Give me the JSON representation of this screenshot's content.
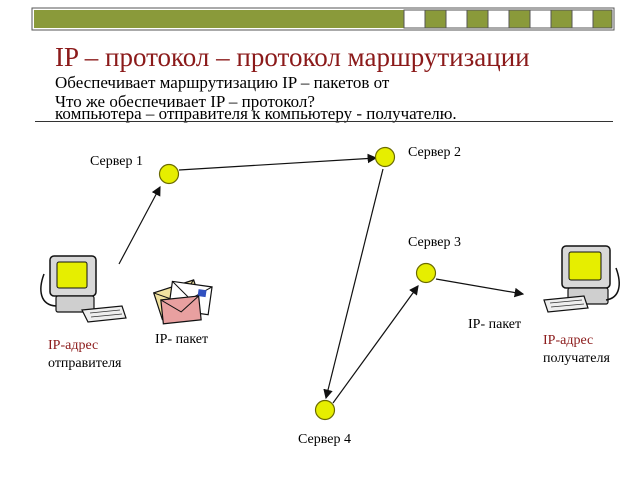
{
  "slide": {
    "title": "IP – протокол – протокол маршрутизации",
    "line1": "Обеспечивает маршрутизацию   IP – пакетов от",
    "line2": "Что же обеспечивает   IP – протокол?",
    "line3": "компьютера – отправителя к компьютеру -  получателю."
  },
  "diagram": {
    "server1": "Сервер 1",
    "server2": "Сервер 2",
    "server3": "Сервер 3",
    "server4": "Сервер 4",
    "packet_left": "IP- пакет",
    "packet_right": "IP- пакет",
    "sender_ip": "IP-адрес",
    "sender_role": "отправителя",
    "receiver_ip": "IP-адрес",
    "receiver_role": "получателя"
  },
  "colors": {
    "node_fill": "#E6EE00",
    "title_red": "#8B1A1A",
    "header_green": "#8A9A3A"
  }
}
